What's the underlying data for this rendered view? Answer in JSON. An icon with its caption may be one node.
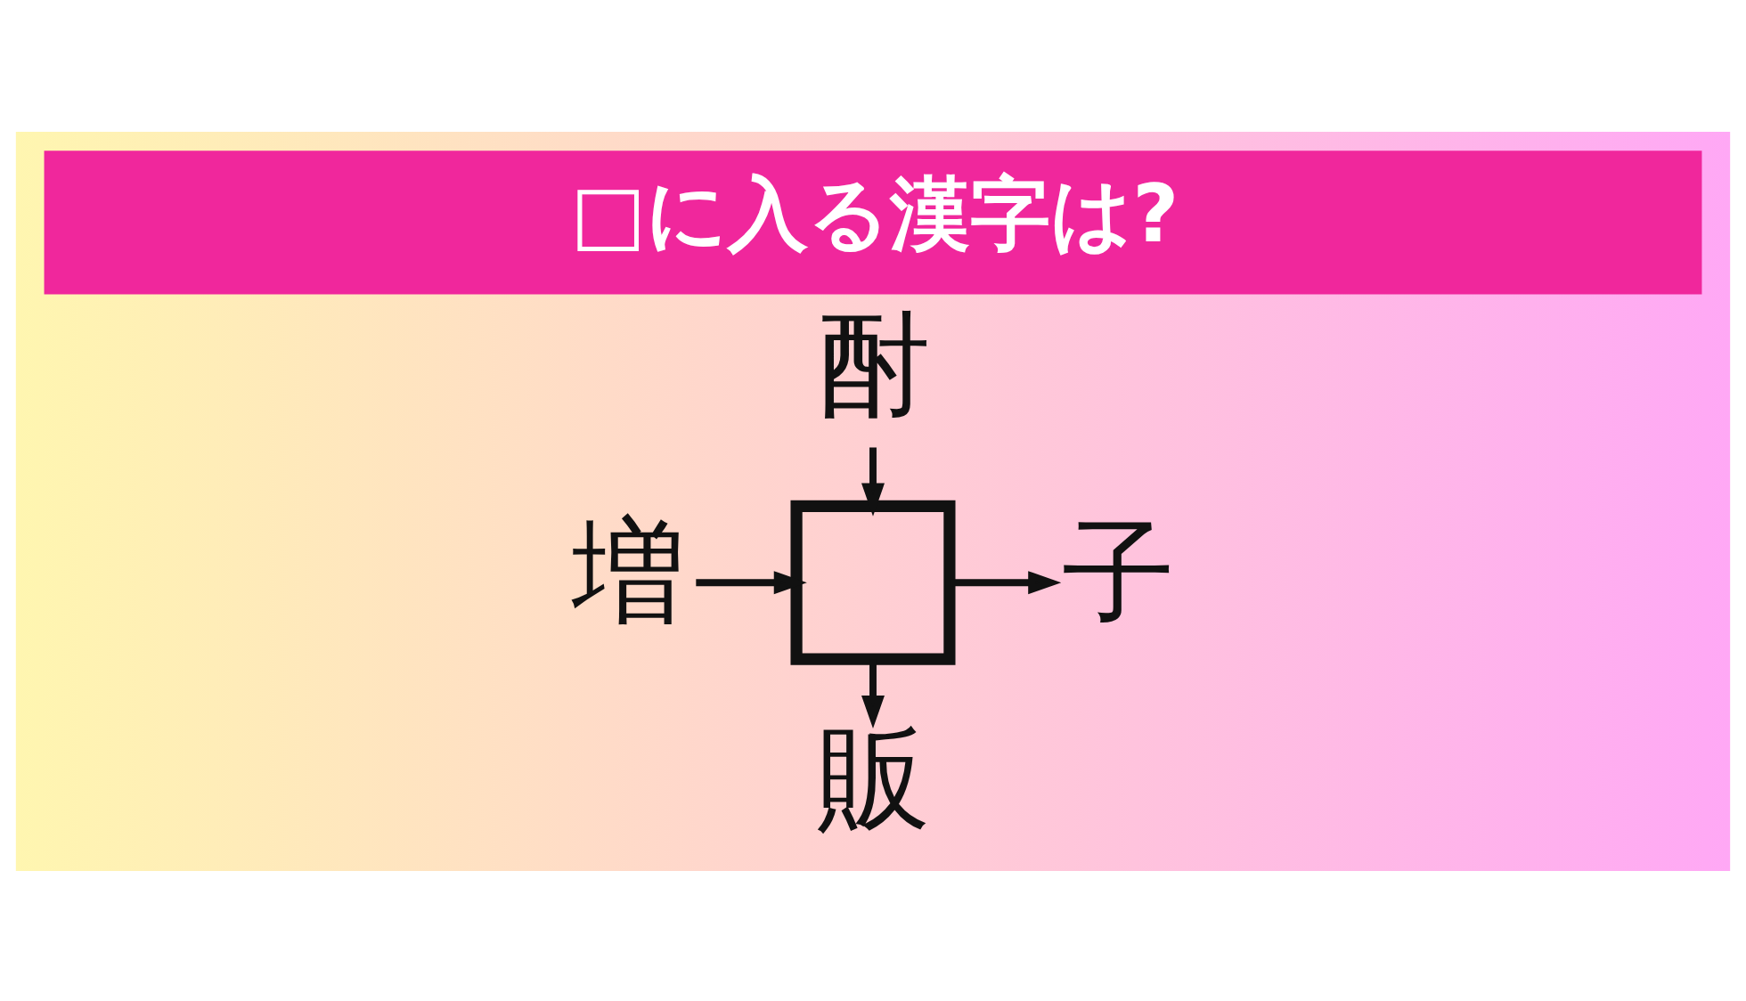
{
  "diagram": {
    "title": "□に入る漢字は?",
    "nodes": [
      {
        "text": [
          "酎"
        ]
      },
      {
        "text": [
          "増"
        ]
      },
      {
        "text": [],
        "shape": "box"
      },
      {
        "text": [
          "子"
        ]
      },
      {
        "text": [
          "販"
        ]
      }
    ],
    "edges": [
      {
        "from": 0,
        "to": 2,
        "arrow": "to"
      },
      {
        "from": 1,
        "to": 2,
        "arrow": "to"
      },
      {
        "from": 2,
        "to": 3,
        "arrow": "to"
      },
      {
        "from": 2,
        "to": 4,
        "arrow": "to"
      }
    ]
  }
}
